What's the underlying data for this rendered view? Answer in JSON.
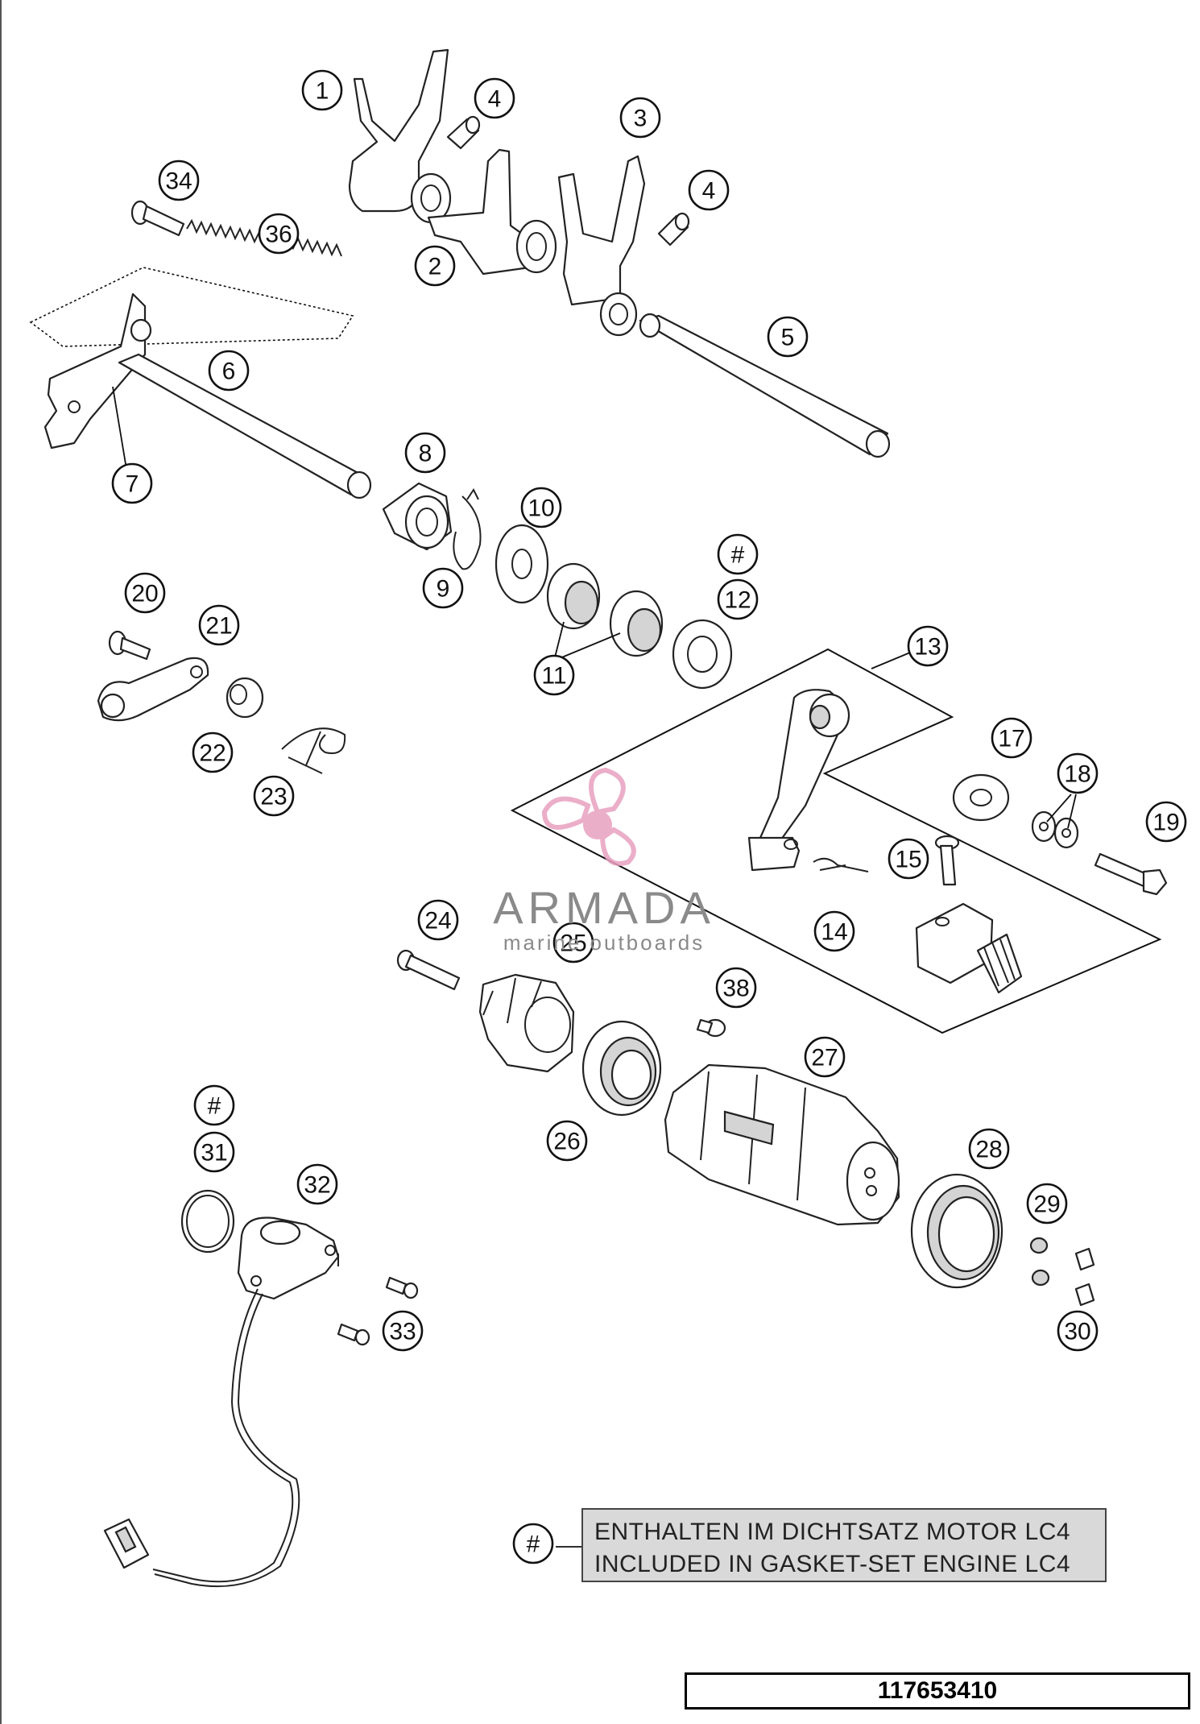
{
  "callouts": [
    "1",
    "2",
    "3",
    "4",
    "4",
    "5",
    "6",
    "7",
    "8",
    "9",
    "10",
    "11",
    "#",
    "12",
    "13",
    "14",
    "15",
    "17",
    "18",
    "19",
    "20",
    "21",
    "22",
    "23",
    "24",
    "25",
    "26",
    "27",
    "28",
    "29",
    "30",
    "#",
    "31",
    "32",
    "33",
    "34",
    "36",
    "38"
  ],
  "legend": {
    "symbol": "#",
    "line1": "ENTHALTEN IM DICHTSATZ MOTOR LC4",
    "line2": "INCLUDED IN GASKET-SET ENGINE LC4"
  },
  "reference_number": "117653410",
  "watermark": {
    "name": "ARMADA",
    "tagline": "marine outboards"
  },
  "colors": {
    "line": "#222222",
    "legend_fill": "#d9d9d9",
    "watermark_pink": "#e8a0bf",
    "watermark_grey": "#8a8a8a"
  }
}
